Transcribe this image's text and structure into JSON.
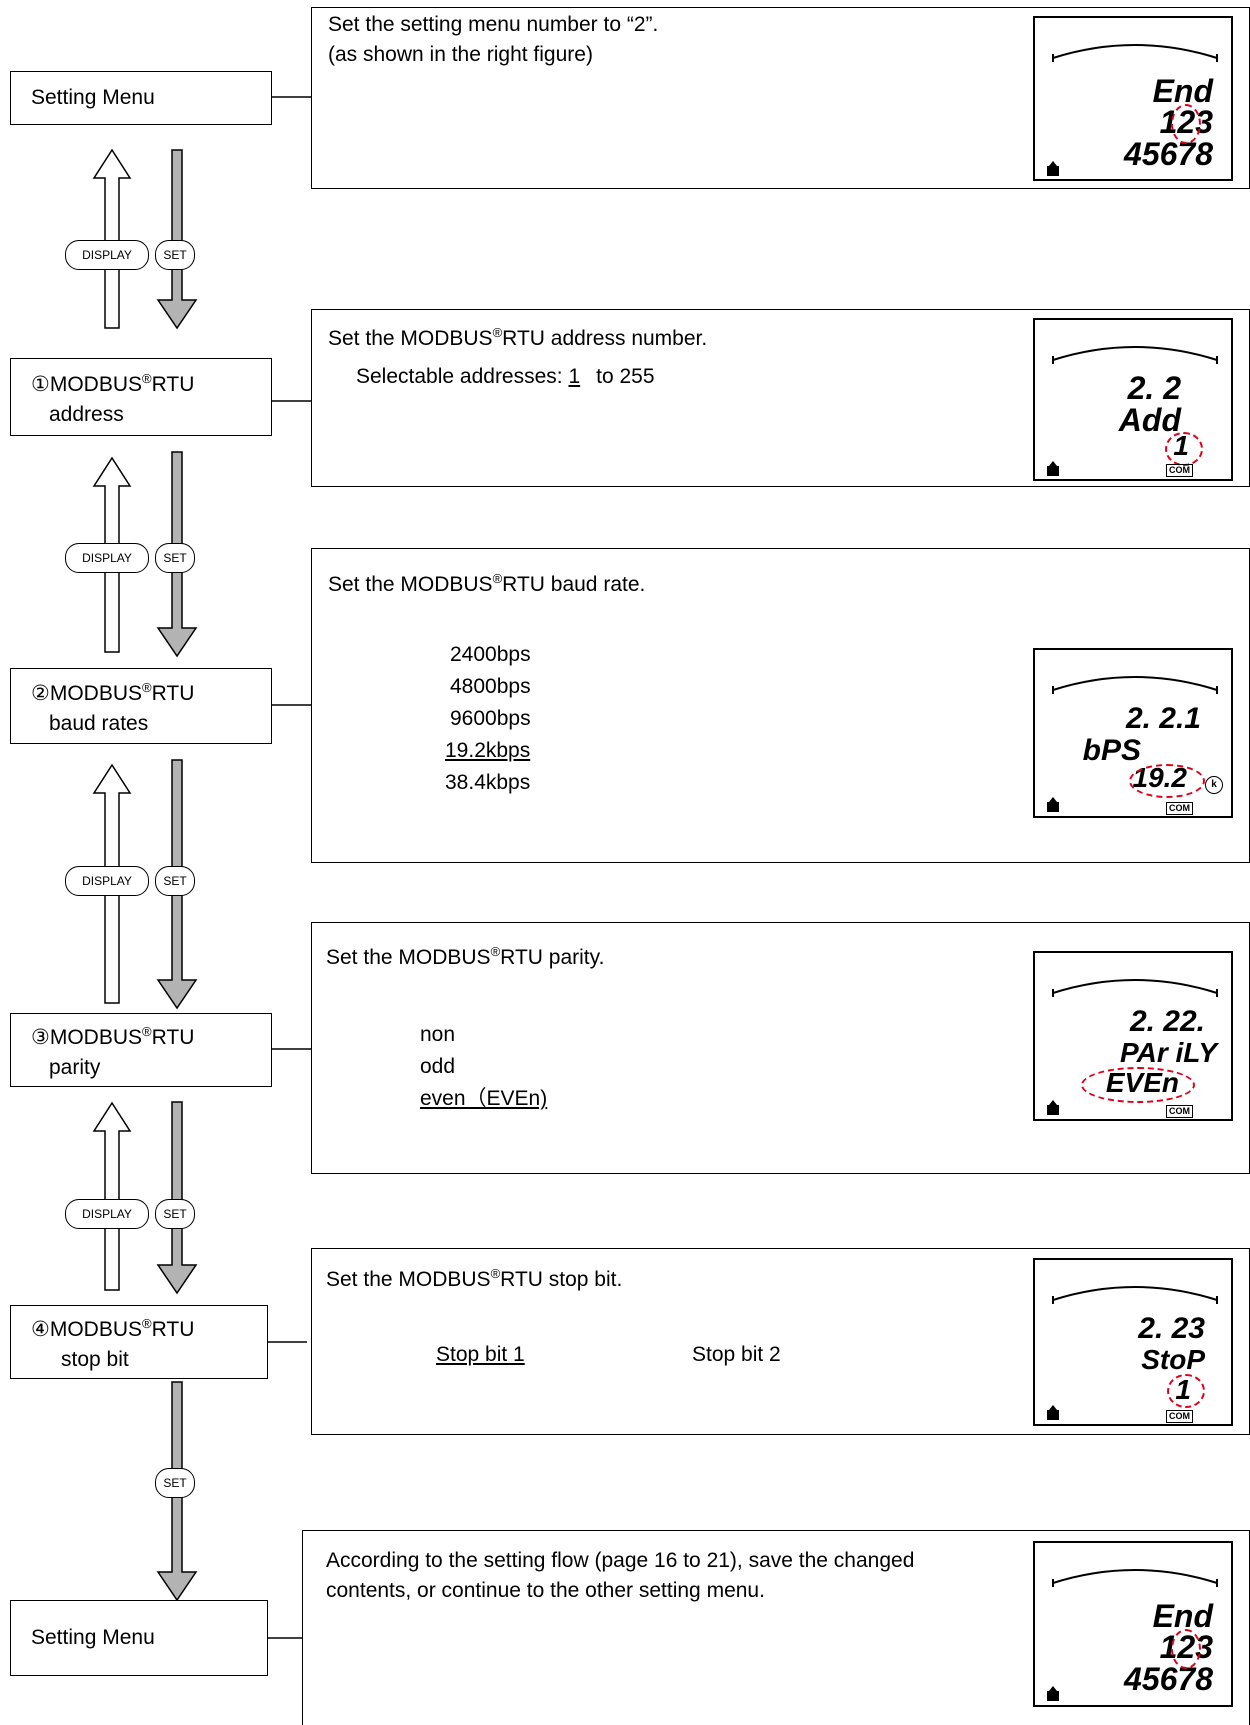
{
  "steps": [
    {
      "label": "Setting Menu",
      "sub": ""
    },
    {
      "prefix": "①MODBUS",
      "sup": "®",
      "suffix": "RTU",
      "sub": "address"
    },
    {
      "prefix": "②MODBUS",
      "sup": "®",
      "suffix": "RTU",
      "sub": "baud rates"
    },
    {
      "prefix": "③MODBUS",
      "sup": "®",
      "suffix": "RTU",
      "sub": "parity"
    },
    {
      "prefix": "④MODBUS",
      "sup": "®",
      "suffix": "RTU",
      "sub": "stop bit"
    },
    {
      "label": "Setting Menu",
      "sub": ""
    }
  ],
  "buttons": {
    "display": "DISPLAY",
    "set": "SET"
  },
  "panel1": {
    "line1": "Set the setting menu number to “2”.",
    "line2": "(as shown in the right figure)"
  },
  "panel2": {
    "pre": "Set the MODBUS",
    "sup": "®",
    "post": "RTU address number.",
    "sel_label": "Selectable addresses: ",
    "sel_min": "1",
    "sel_max": "to 255"
  },
  "panel3": {
    "pre": "Set the MODBUS",
    "sup": "®",
    "post": "RTU baud rate.",
    "options": [
      "2400bps",
      "4800bps",
      "9600bps",
      "19.2kbps",
      "38.4kbps"
    ],
    "default_index": 3
  },
  "panel4": {
    "pre": "Set the MODBUS",
    "sup": "®",
    "post": "RTU parity.",
    "options": [
      "non",
      "odd",
      "even（EVEn)"
    ],
    "default_index": 2
  },
  "panel5": {
    "pre": "Set the MODBUS",
    "sup": "®",
    "post": "RTU stop bit.",
    "opt1": "Stop bit 1",
    "opt2": "Stop bit 2"
  },
  "panel6": {
    "line1": "According to the setting flow (page 16 to 21), save the changed",
    "line2": "contents, or continue to the other setting menu."
  },
  "lcd": {
    "menu": {
      "top": "End",
      "mid": "123",
      "bot": "45678"
    },
    "addr": {
      "top": "2. 2",
      "mid": "Add",
      "bot": "1",
      "badge": "COM"
    },
    "baud": {
      "top": "2. 2.1",
      "mid": "bPS",
      "bot": "19.2",
      "badge": "COM",
      "unit": "k"
    },
    "parity": {
      "top": "2. 22.",
      "mid": "PAr iLY",
      "bot": "EVEn",
      "badge": "COM"
    },
    "stop": {
      "top": "2. 23",
      "mid": "StoP",
      "bot": "1",
      "badge": "COM"
    },
    "accent": "#e0001a"
  }
}
